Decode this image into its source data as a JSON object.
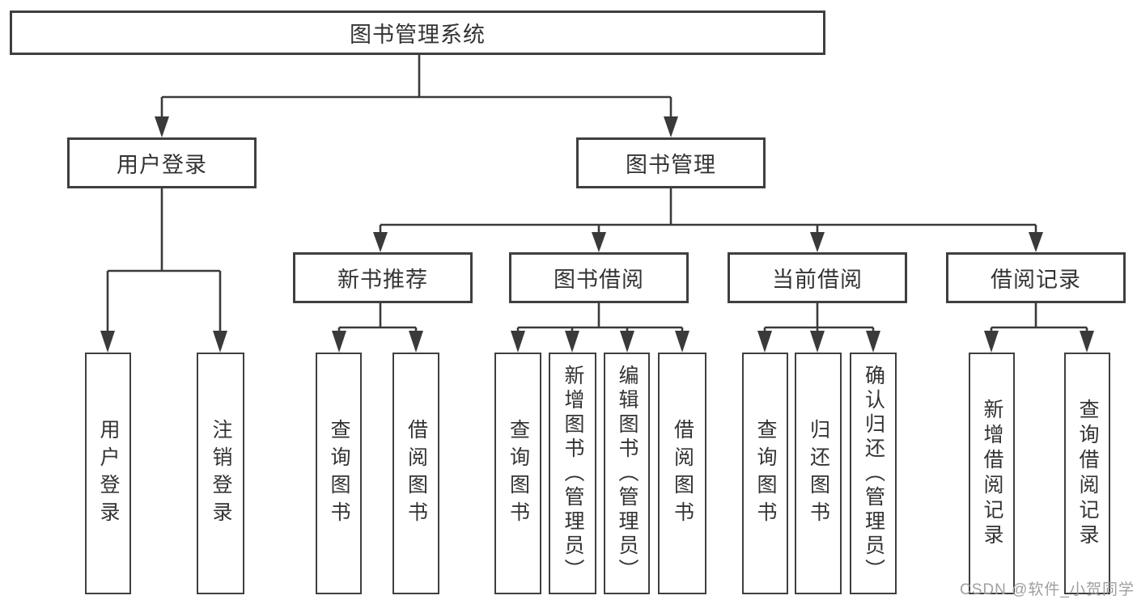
{
  "diagram": {
    "type": "hierarchy-tree",
    "tree": {
      "root": {
        "label": "图书管理系统"
      },
      "level2": [
        {
          "label": "用户登录",
          "children": [
            {
              "label": "用户登录"
            },
            {
              "label": "注销登录"
            }
          ]
        },
        {
          "label": "图书管理",
          "children": [
            {
              "label": "新书推荐",
              "children": [
                {
                  "label": "查询图书"
                },
                {
                  "label": "借阅图书"
                }
              ]
            },
            {
              "label": "图书借阅",
              "children": [
                {
                  "label": "查询图书"
                },
                {
                  "label": "新增图书（管理员）"
                },
                {
                  "label": "编辑图书（管理员）"
                },
                {
                  "label": "借阅图书"
                }
              ]
            },
            {
              "label": "当前借阅",
              "children": [
                {
                  "label": "查询图书"
                },
                {
                  "label": "归还图书"
                },
                {
                  "label": "确认归还（管理员）"
                }
              ]
            },
            {
              "label": "借阅记录",
              "children": [
                {
                  "label": "新增借阅记录"
                },
                {
                  "label": "查询借阅记录"
                }
              ]
            }
          ]
        }
      ]
    },
    "colors": {
      "line": "#3a3a3a",
      "box_border": "#3f3f3f",
      "text": "#333333",
      "background": "#ffffff",
      "watermark": "#9f9f9f"
    }
  },
  "watermark": {
    "text": "CSDN @软件_小贺同学"
  }
}
